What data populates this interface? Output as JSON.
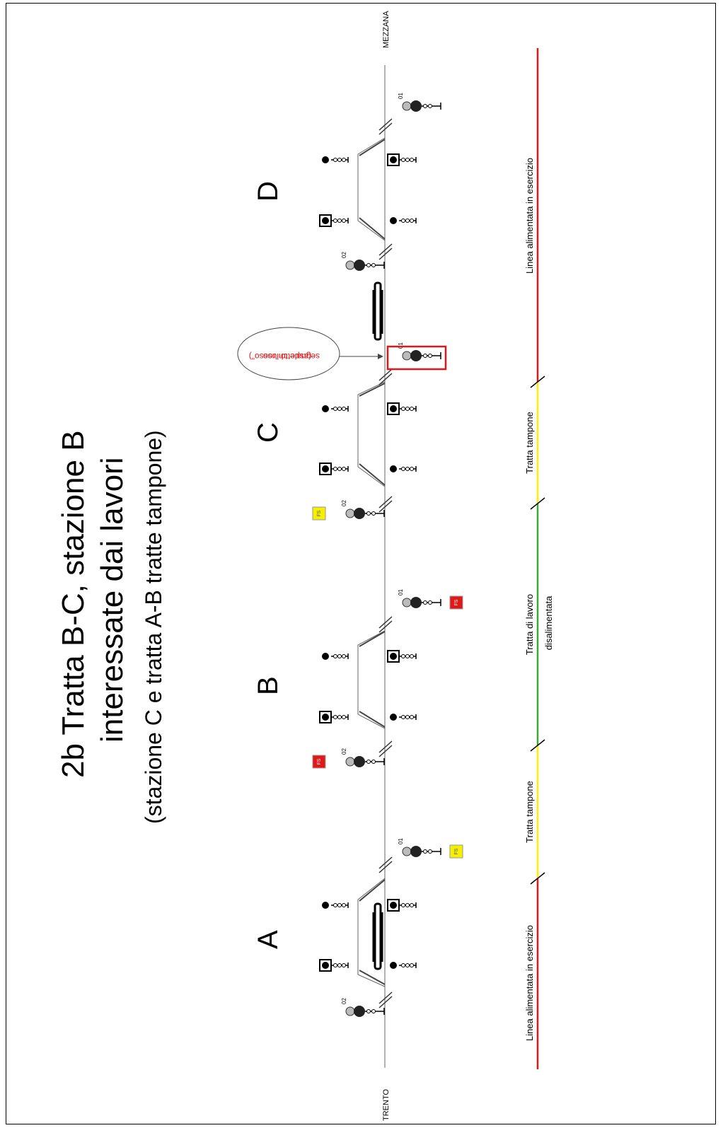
{
  "title": {
    "line1": "2b Tratta B-C, stazione B",
    "line2": "interessate dai lavori",
    "subtitle": "(stazione C e tratta A-B tratte tampone)"
  },
  "endpoints": {
    "start": "TRENTO",
    "end": "MEZZANA"
  },
  "stations": [
    "A",
    "B",
    "C",
    "D"
  ],
  "callout": {
    "line1": "segnale chiuso",
    "line2": "(aspetto \"rosso\")"
  },
  "signal_numbers": {
    "n01": "01",
    "n02": "02"
  },
  "signs": {
    "red": "FS",
    "yellow": "FS"
  },
  "sections": [
    {
      "label": "Linea alimentata in esercizio",
      "color": "#e01818"
    },
    {
      "label": "Tratta tampone",
      "color": "#ffee00"
    },
    {
      "label": "Tratta di lavoro",
      "label2": "disalimentata",
      "color": "#3aa83a"
    },
    {
      "label": "Tratta tampone",
      "color": "#ffee00"
    },
    {
      "label": "Linea alimentata in esercizio",
      "color": "#e01818"
    }
  ],
  "colors": {
    "line": "#555555",
    "highlight": "#e01818",
    "yellow_sign": "#f4f000"
  }
}
